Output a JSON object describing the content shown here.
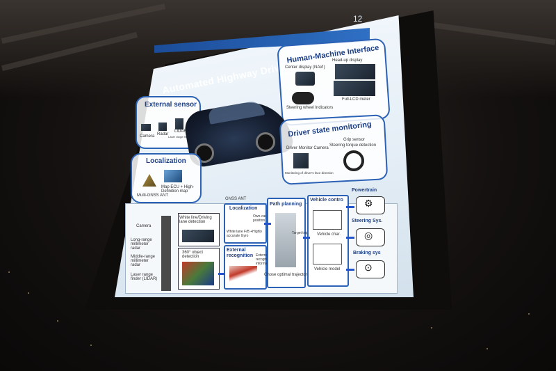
{
  "slide": {
    "page_number": "12",
    "title": "Automated Highway Driving System"
  },
  "hmi": {
    "title": "Human-Machine Interface",
    "center_display": "Center display (NAVI)",
    "headup_display": "Head-up display",
    "steering_indicators": "Steering wheel Indicators",
    "full_lcd": "Full-LCD meter"
  },
  "external_sensor": {
    "title": "External sensor",
    "camera": "Camera",
    "radar": "Radar",
    "lidar": "LIDAR",
    "lidar_sub": "Laser range finder"
  },
  "driver_state": {
    "title": "Driver state monitoring",
    "driver_camera": "Driver Monitor Camera",
    "grip_sensor": "Grip sensor",
    "steering_torque": "Steering torque detection",
    "monitoring": "Monitoring of driver's face direction"
  },
  "localization_panel": {
    "title": "Localization",
    "gnss": "Multi-GNSS ANT",
    "map_ecu": "Map ECU + High-Definition map"
  },
  "flow": {
    "gnss_ant": "GNSS ANT",
    "camera": "Camera",
    "long_radar": "Long-range millimeter radar",
    "middle_radar": "Middle-range millimeter radar",
    "laser": "Laser range finder (LIDAR)",
    "white_line": "White line/Driving lane detection",
    "object_detection": "360° object detection",
    "localization": "Localization",
    "own_position": "Own-car position",
    "white_lane": "White lane F/B +Highly accurate Gyro",
    "external_recognition": "External recognition",
    "external_info": "External recognition information",
    "path_planning": "Path planning",
    "target_trajectory": "Target trajectory",
    "chose_trajectory": "Chose optimal trajectory",
    "vehicle_control": "Vehicle contro",
    "vehicle_char": "Vehicle char.",
    "vehicle_model": "Vehicle model",
    "powertrain": "Powertrain",
    "steering": "Steering Sys.",
    "braking": "Braking sys"
  },
  "colors": {
    "accent": "#2b62b5",
    "title_banner": "#1c4f9c"
  }
}
